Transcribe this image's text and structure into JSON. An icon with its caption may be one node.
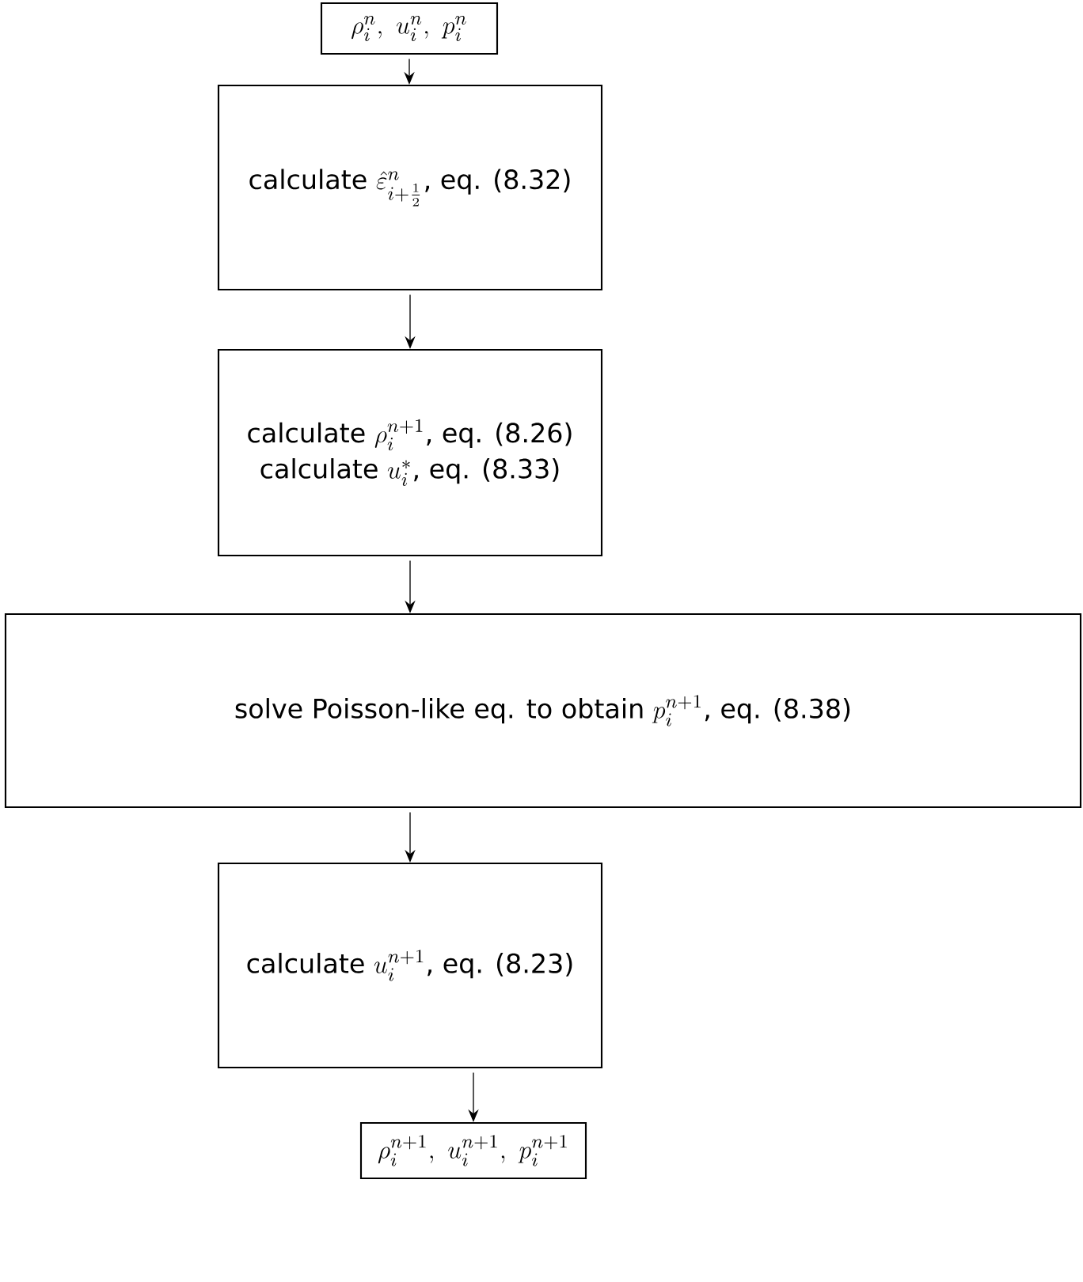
{
  "diagram": {
    "nodes": [
      {
        "text": [
          "\\rho_i^n,\\ u_i^n,\\ p_i^n"
        ]
      },
      {
        "text": [
          "\\text{calculate } \\hat{\\varepsilon}^n_{i+\\frac{1}{2}}\\text{, eq. (8.32)}"
        ]
      },
      {
        "text": [
          "\\text{calculate } \\rho_i^{n+1}\\text{, eq. (8.26)}",
          "\\text{calculate } u_i^{*}\\text{, eq. (8.33)}"
        ]
      },
      {
        "text": [
          "\\text{solve Poisson-like eq. to obtain } p_i^{n+1}\\text{, eq. (8.38)}"
        ]
      },
      {
        "text": [
          "\\text{calculate } u_i^{n+1}\\text{, eq. (8.23)}"
        ]
      },
      {
        "text": [
          "\\rho_i^{n+1},\\ u_i^{n+1},\\ p_i^{n+1}"
        ]
      }
    ],
    "edges": [
      {
        "from": 0,
        "to": 1,
        "arrow": "to"
      },
      {
        "from": 1,
        "to": 2,
        "arrow": "to"
      },
      {
        "from": 2,
        "to": 3,
        "arrow": "to"
      },
      {
        "from": 3,
        "to": 4,
        "arrow": "to"
      },
      {
        "from": 4,
        "to": 5,
        "arrow": "to"
      }
    ]
  }
}
